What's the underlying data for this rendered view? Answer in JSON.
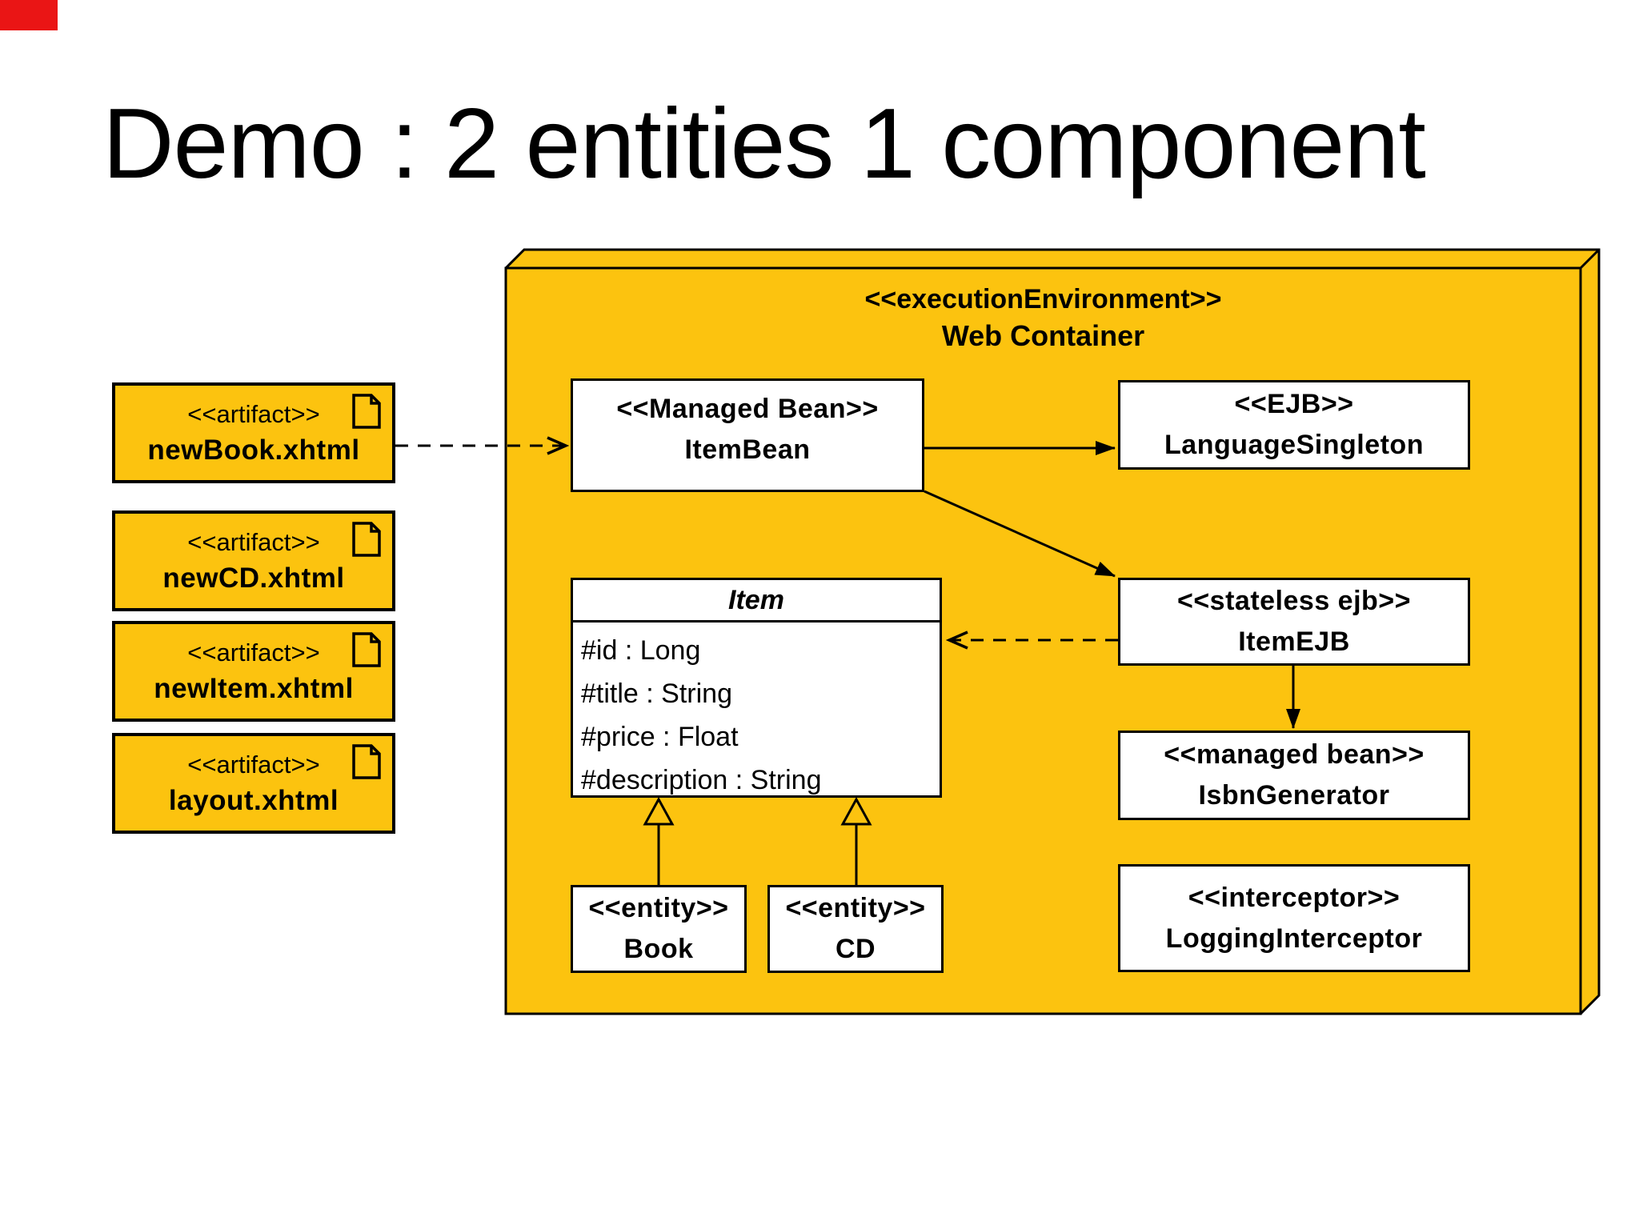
{
  "slide": {
    "title": "Demo : 2 entities 1 component"
  },
  "colors": {
    "node_fill": "#FCC30F",
    "box_fill": "#FFFFFF",
    "line_color": "#000000",
    "corner_color": "#EA1515"
  },
  "container": {
    "stereotype": "<<executionEnvironment>>",
    "name": "Web Container"
  },
  "artifacts": [
    {
      "stereotype": "<<artifact>>",
      "name": "newBook.xhtml"
    },
    {
      "stereotype": "<<artifact>>",
      "name": "newCD.xhtml"
    },
    {
      "stereotype": "<<artifact>>",
      "name": "newItem.xhtml"
    },
    {
      "stereotype": "<<artifact>>",
      "name": "layout.xhtml"
    }
  ],
  "nodes": {
    "item_bean": {
      "stereotype": "<<Managed Bean>>",
      "name": "ItemBean"
    },
    "language_singleton": {
      "stereotype": "<<EJB>>",
      "name": "LanguageSingleton"
    },
    "item_ejb": {
      "stereotype": "<<stateless ejb>>",
      "name": "ItemEJB"
    },
    "isbn_generator": {
      "stereotype": "<<managed bean>>",
      "name": "IsbnGenerator"
    },
    "logging_interceptor": {
      "stereotype": "<<interceptor>>",
      "name": "LoggingInterceptor"
    },
    "book": {
      "stereotype": "<<entity>>",
      "name": "Book"
    },
    "cd": {
      "stereotype": "<<entity>>",
      "name": "CD"
    }
  },
  "item_class": {
    "name": "Item",
    "attributes": [
      "#id : Long",
      "#title : String",
      "#price : Float",
      "#description : String"
    ]
  }
}
